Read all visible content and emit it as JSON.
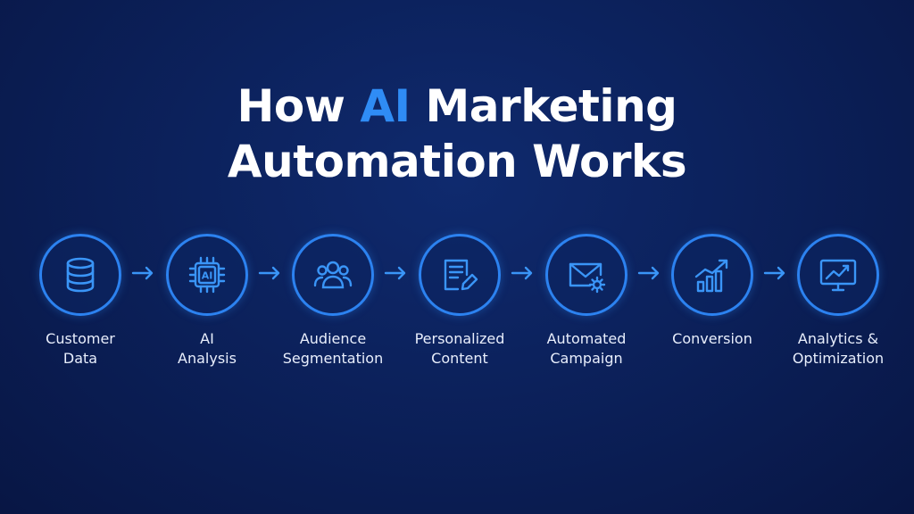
{
  "title": {
    "line1_before": "How ",
    "line1_accent": "AI",
    "line1_after": " Marketing",
    "line2": "Automation Works"
  },
  "colors": {
    "background": "#0b1f57",
    "accent": "#2f8cf5",
    "text": "#ffffff"
  },
  "steps": [
    {
      "line1": "Customer",
      "line2": "Data",
      "icon": "database-icon"
    },
    {
      "line1": "AI",
      "line2": "Analysis",
      "icon": "ai-chip-icon"
    },
    {
      "line1": "Audience",
      "line2": "Segmentation",
      "icon": "people-group-icon"
    },
    {
      "line1": "Personalized",
      "line2": "Content",
      "icon": "document-edit-icon"
    },
    {
      "line1": "Automated",
      "line2": "Campaign",
      "icon": "envelope-gear-icon"
    },
    {
      "line1": "Conversion",
      "line2": "",
      "icon": "growth-chart-icon"
    },
    {
      "line1": "Analytics &",
      "line2": "Optimization",
      "icon": "monitor-chart-icon"
    }
  ],
  "chip_label": "AI"
}
